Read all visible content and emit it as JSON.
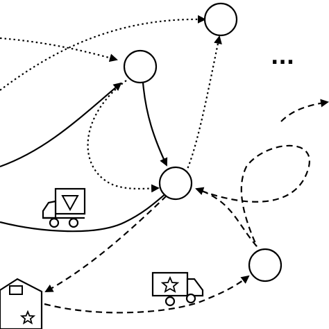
{
  "diagram": {
    "nodes": [
      {
        "id": "n-top-right"
      },
      {
        "id": "n-upper"
      },
      {
        "id": "n-center"
      },
      {
        "id": "n-lower-right"
      }
    ],
    "ellipsis": "...",
    "vehicles": [
      {
        "id": "truck-triangle",
        "symbol": "triangle"
      },
      {
        "id": "truck-star",
        "symbol": "star"
      }
    ],
    "depot": {
      "id": "depot-house",
      "symbols": [
        "square",
        "star"
      ]
    },
    "edge_styles": [
      "solid",
      "dashed",
      "dotted"
    ]
  }
}
